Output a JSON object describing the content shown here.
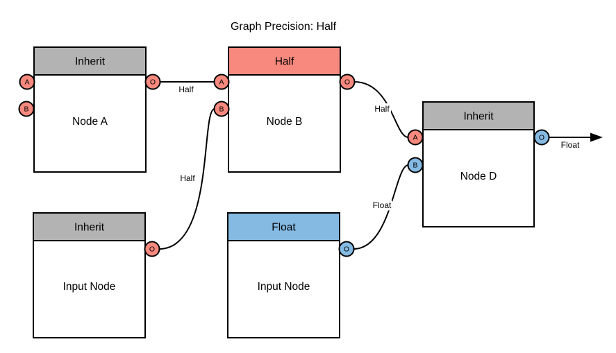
{
  "title": "Graph Precision: Half",
  "colors": {
    "half": "#F8897E",
    "float": "#85BAE3",
    "inherit": "#B3B3B3",
    "line": "#000000"
  },
  "nodes": {
    "node_a": {
      "header": "Inherit",
      "label": "Node A",
      "ports": {
        "a": "A",
        "b": "B",
        "o": "O"
      }
    },
    "node_b": {
      "header": "Half",
      "label": "Node B",
      "ports": {
        "a": "A",
        "b": "B",
        "o": "O"
      }
    },
    "node_d": {
      "header": "Inherit",
      "label": "Node D",
      "ports": {
        "a": "A",
        "b": "B",
        "o": "O"
      }
    },
    "input_left": {
      "header": "Inherit",
      "label": "Input Node",
      "ports": {
        "o": "O"
      }
    },
    "input_middle": {
      "header": "Float",
      "label": "Input Node",
      "ports": {
        "o": "O"
      }
    }
  },
  "edges": {
    "node_a_o_to_node_b_a": {
      "label": "Half"
    },
    "input_left_o_to_node_b_b": {
      "label": "Half"
    },
    "node_b_o_to_node_d_a": {
      "label": "Half"
    },
    "input_middle_o_to_node_d_b": {
      "label": "Float"
    },
    "node_d_output": {
      "label": "Float"
    }
  }
}
